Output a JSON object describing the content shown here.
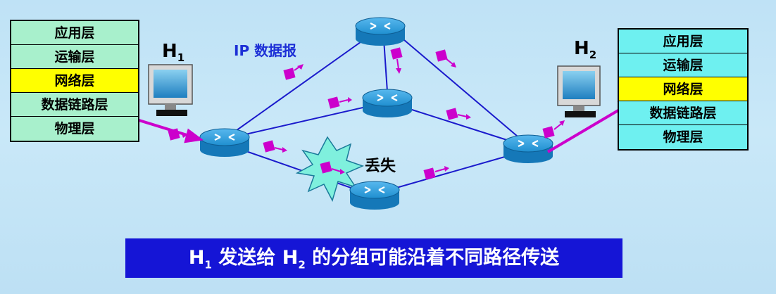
{
  "host1": {
    "label": "H",
    "sub": "1"
  },
  "host2": {
    "label": "H",
    "sub": "2"
  },
  "stack_h1": [
    "应用层",
    "运输层",
    "网络层",
    "数据链路层",
    "物理层"
  ],
  "stack_h2": [
    "应用层",
    "运输层",
    "网络层",
    "数据链路层",
    "物理层"
  ],
  "highlight_layer": "网络层",
  "ip_label": "IP 数据报",
  "lost_label": "丢失",
  "caption": {
    "h": "H",
    "sub1": "1",
    "mid": " 发送给 ",
    "sub2": "2",
    "tail": " 的分组可能沿着不同路径传送"
  },
  "colors": {
    "link": "#1a1acc",
    "packet": "#cc00cc",
    "router": "#1f8fd0",
    "caption_bg": "#1515d6",
    "highlight": "#ffff00"
  }
}
